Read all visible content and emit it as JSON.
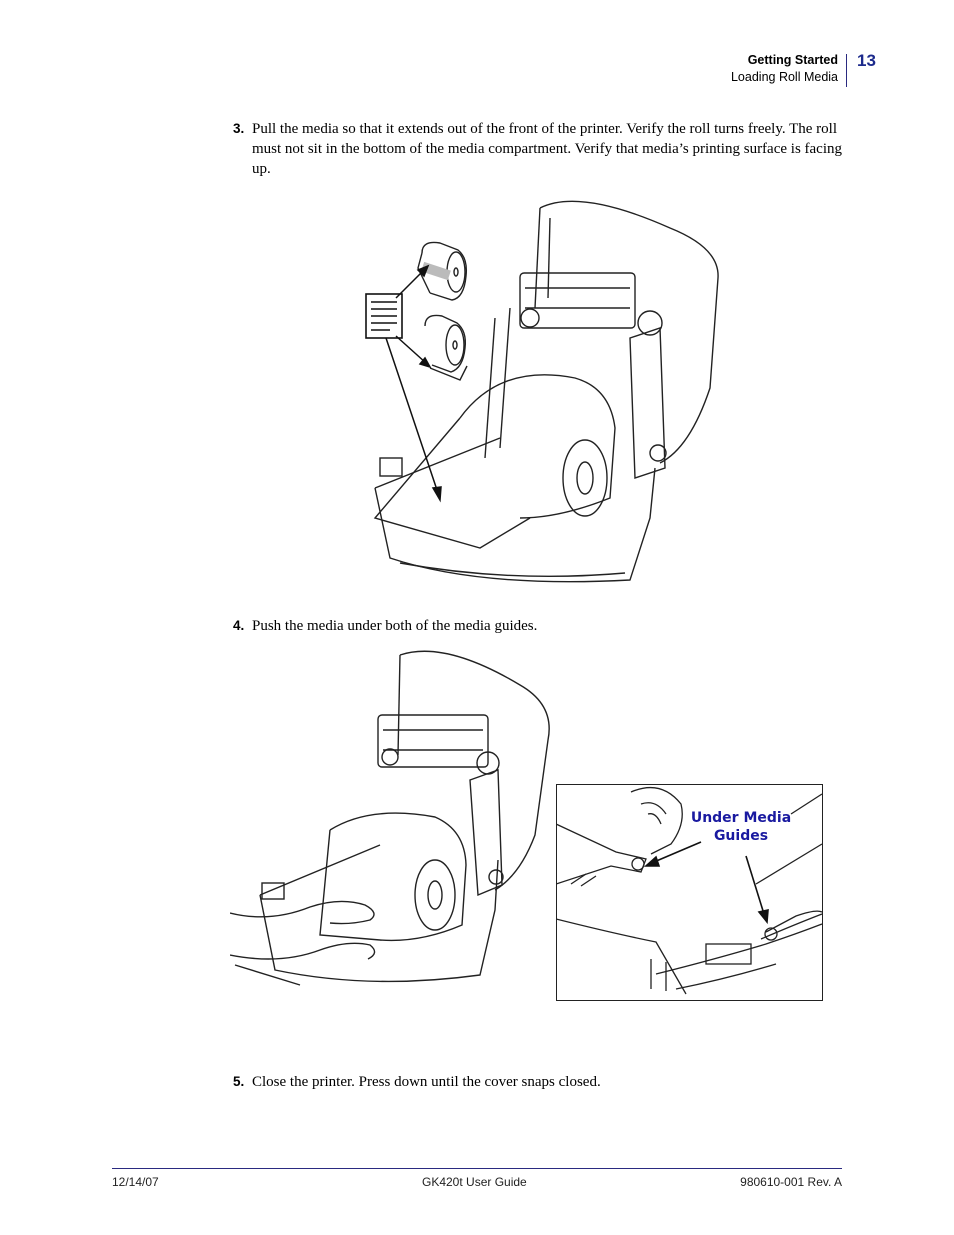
{
  "header": {
    "section": "Getting Started",
    "subsection": "Loading Roll Media",
    "page_number": "13"
  },
  "steps": [
    {
      "number": "3.",
      "text": "Pull the media so that it extends out of the front of the printer. Verify the roll turns freely. The roll must not sit in the bottom of the media compartment. Verify that media’s printing surface is facing up."
    },
    {
      "number": "4.",
      "text": "Push the media under both of the media guides."
    },
    {
      "number": "5.",
      "text": "Close the printer. Press down until the cover snaps closed."
    }
  ],
  "figure2": {
    "callout_line1": "Under Media",
    "callout_line2": "Guides",
    "callout_color": "#1a1aa0"
  },
  "footer": {
    "date": "12/14/07",
    "title": "GK420t User Guide",
    "doc_number": "980610-001 Rev. A"
  }
}
